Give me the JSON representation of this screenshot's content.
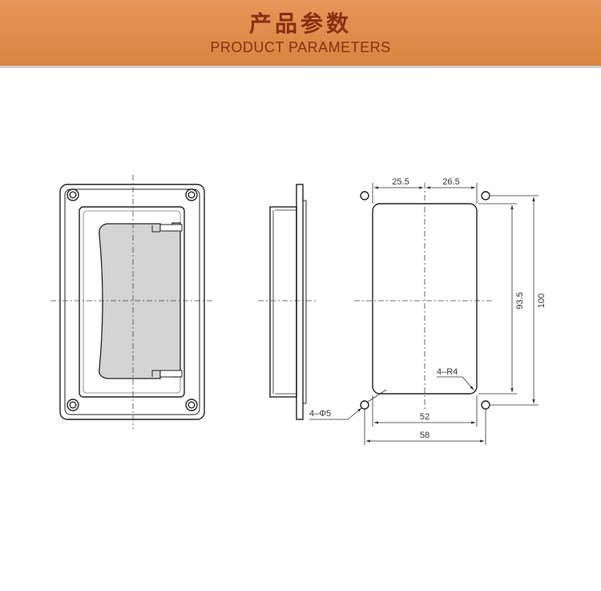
{
  "header": {
    "title_cn": "产品参数",
    "title_en": "PRODUCT PARAMETERS"
  },
  "drawing": {
    "dim_top_left": "25.5",
    "dim_top_right": "26.5",
    "dim_height_inner": "93.5",
    "dim_height_outer": "100",
    "dim_width_inner": "52",
    "dim_width_outer": "58",
    "label_radius": "4–R4",
    "label_hole": "4–Φ5"
  },
  "colors": {
    "banner": "#dc8a46",
    "banner_text": "#8a2e12",
    "line": "#222222",
    "handle_fill": "#d4d4d4"
  }
}
